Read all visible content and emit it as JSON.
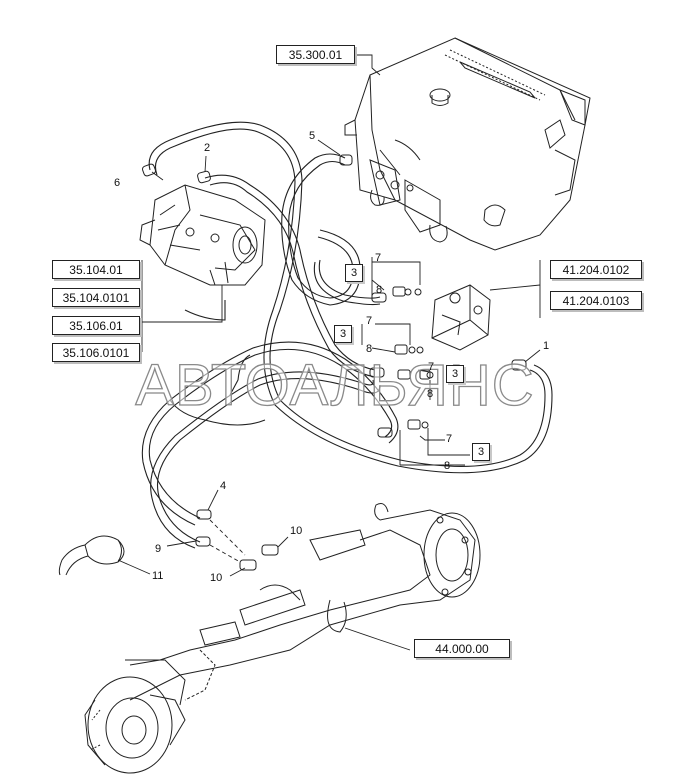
{
  "reference_boxes": {
    "r35_300_01": "35.300.01",
    "r35_104_01": "35.104.01",
    "r35_104_0101": "35.104.0101",
    "r35_106_01": "35.106.01",
    "r35_106_0101": "35.106.0101",
    "r41_204_0102": "41.204.0102",
    "r41_204_0103": "41.204.0103",
    "r44_000_00": "44.000.00"
  },
  "part_numbers": {
    "p1": "1",
    "p2": "2",
    "p3a": "3",
    "p3b": "3",
    "p3c": "3",
    "p3d": "3",
    "p4": "4",
    "p5": "5",
    "p6": "6",
    "p7a": "7",
    "p7b": "7",
    "p7c": "7",
    "p7d": "7",
    "p8a": "8",
    "p8b": "8",
    "p8c": "8",
    "p8d": "8",
    "p9": "9",
    "p10a": "10",
    "p10b": "10",
    "p11": "11"
  },
  "watermark": "АВТОАЛЬЯНС",
  "colors": {
    "line": "#222222",
    "box_shadow": "#bdbdbd",
    "watermark_stroke": "#8a8a8a"
  }
}
